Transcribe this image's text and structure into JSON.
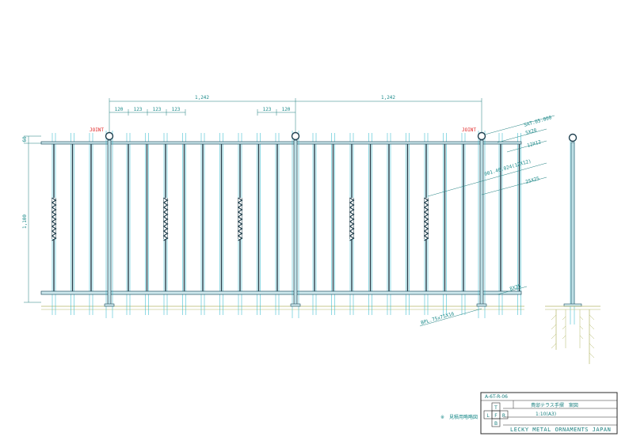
{
  "diagram": {
    "joint_label": "JOINT",
    "top_dimensions": {
      "span_left": "1,242",
      "span_right": "1,242",
      "pitch_left": [
        "120",
        "123",
        "123",
        "123"
      ],
      "pitch_right": [
        "123",
        "120"
      ]
    },
    "height_dimensions": {
      "top_gap": "60",
      "total_height": "1,100"
    },
    "annotations": {
      "ball": "SAT.05.000",
      "cap": "5X28",
      "top_rail": "12X12",
      "twisted_bar": "001.40.024(12X12)",
      "post": "25X25",
      "bottom_rail": "8X25",
      "base_plate": "BPL.75x75X16"
    },
    "note": "※　見積用略略図",
    "title_block": {
      "drawing_no": "A-6T-R-06",
      "project": "貴邸テラス手摺　案図",
      "scale": "1:10(A3)",
      "logo_letters": [
        "T",
        "L",
        "F",
        "R",
        "B"
      ],
      "company": "LECKY METAL ORNAMENTS JAPAN"
    }
  }
}
